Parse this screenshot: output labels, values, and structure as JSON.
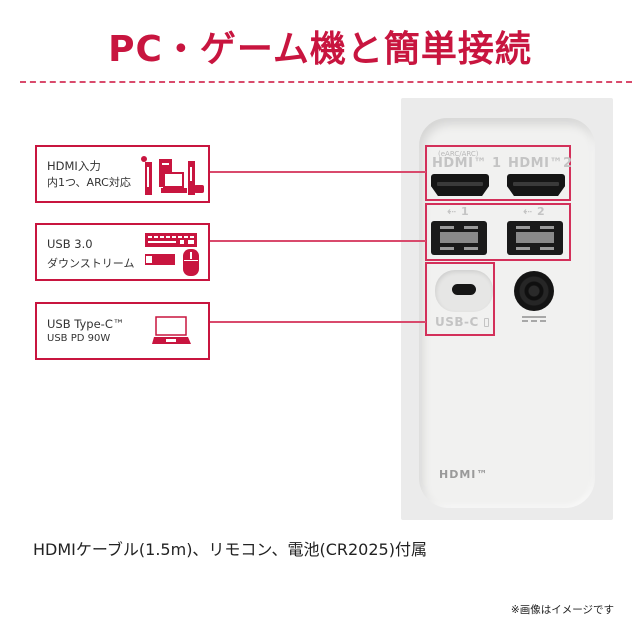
{
  "header": {
    "title": "PC・ゲーム機と簡単接続"
  },
  "callouts": [
    {
      "line1": "HDMI入力",
      "line2": "内1つ、ARC対応",
      "icon": "pc-console-icon"
    },
    {
      "line1": "USB 3.0",
      "line2": "ダウンストリーム",
      "icon": "keyboard-mouse-usb-icon"
    },
    {
      "line1": "USB Type-C™",
      "line2": "USB PD 90W",
      "icon": "laptop-icon"
    }
  ],
  "ports": {
    "hdmi_earc_label": "(eARC/ARC)",
    "hdmi1_label": "HDMI™ 1",
    "hdmi2_label": "HDMI™2",
    "usb1_label": "⇠ 1",
    "usb2_label": "⇠ 2",
    "usbc_label": "USB-C",
    "hdmi_logo": "HDMI™"
  },
  "footer": {
    "accessories": "HDMIケーブル(1.5m)、リモコン、電池(CR2025)付属",
    "disclaimer": "※画像はイメージです"
  },
  "colors": {
    "accent": "#c8153f",
    "highlight": "#d3305a",
    "panel": "#ebebeb"
  }
}
